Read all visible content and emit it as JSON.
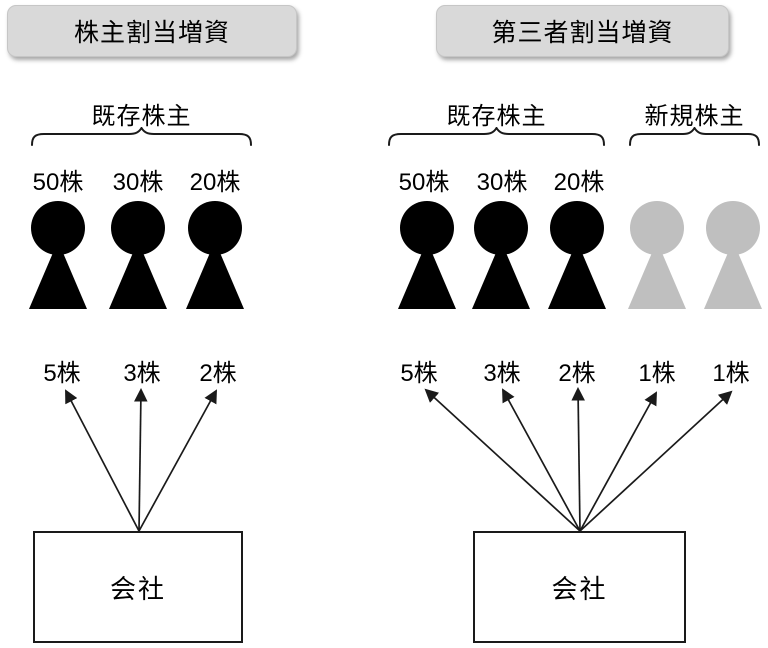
{
  "panels": [
    {
      "title": "株主割当増資",
      "groups": [
        {
          "label": "既存株主"
        }
      ],
      "shareholders": [
        {
          "holding": "50株",
          "allocation": "5株",
          "type": "existing"
        },
        {
          "holding": "30株",
          "allocation": "3株",
          "type": "existing"
        },
        {
          "holding": "20株",
          "allocation": "2株",
          "type": "existing"
        }
      ],
      "company": "会社"
    },
    {
      "title": "第三者割当増資",
      "groups": [
        {
          "label": "既存株主"
        },
        {
          "label": "新規株主"
        }
      ],
      "shareholders": [
        {
          "holding": "50株",
          "allocation": "5株",
          "type": "existing"
        },
        {
          "holding": "30株",
          "allocation": "3株",
          "type": "existing"
        },
        {
          "holding": "20株",
          "allocation": "2株",
          "type": "existing"
        },
        {
          "holding": "",
          "allocation": "1株",
          "type": "new"
        },
        {
          "holding": "",
          "allocation": "1株",
          "type": "new"
        }
      ],
      "company": "会社"
    }
  ],
  "colors": {
    "existing_shareholder": "#000000",
    "new_shareholder": "#bfbfbf",
    "header_bg": "#d9d9d9",
    "line": "#1a1a1a"
  }
}
